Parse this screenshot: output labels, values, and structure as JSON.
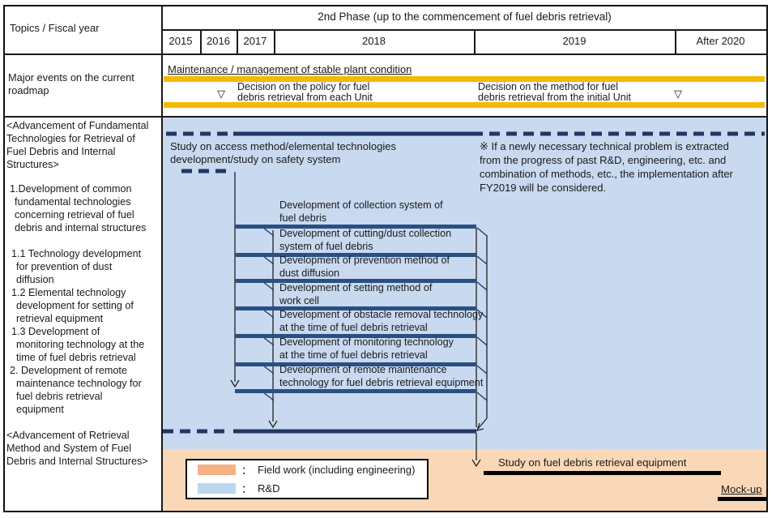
{
  "colors": {
    "rnd_blue": "#C8D9F0",
    "field_peach": "#FAD8B7",
    "legend_orange": "#F4B183",
    "legend_blue": "#BDD7EE",
    "bar_navy": "#2A5083",
    "line_navy": "#1F3864",
    "yellow": "#F5B800"
  },
  "header": {
    "topics_label": "Topics / Fiscal year",
    "phase_title": "2nd Phase (up to the commencement of fuel debris retrieval)",
    "years": [
      "2015",
      "2016",
      "2017",
      "2018",
      "2019",
      "After 2020"
    ]
  },
  "major_events": {
    "row_label": "Major events on the current roadmap",
    "maintenance_label": "Maintenance / management of stable plant condition",
    "decision_policy_marker": "▽",
    "decision_policy": "Decision on the policy for fuel\ndebris retrieval  from each Unit",
    "decision_method": "Decision on the method for fuel\ndebris retrieval  from the initial Unit",
    "decision_method_marker": "▽"
  },
  "left_column": {
    "paragraphs": [
      "<Advancement of Fundamental\nTechnologies for Retrieval of\nFuel Debris and Internal\nStructures>",
      "1.Development of common\nfundamental technologies\nconcerning retrieval of fuel\ndebris and internal structures",
      "1.1 Technology development\nfor prevention of dust\ndiffusion",
      "1.2 Elemental technology\ndevelopment for setting of\nretrieval equipment",
      "1.3 Development of\nmonitoring technology at the\ntime of fuel debris retrieval",
      "2. Development of remote\nmaintenance technology for\nfuel debris retrieval\nequipment",
      "<Advancement of Retrieval\nMethod and System of Fuel\nDebris and Internal Structures>"
    ]
  },
  "chart": {
    "study_access": "Study on access method/elemental technologies\ndevelopment/study on safety system",
    "note": "※ If a newly necessary technical problem is extracted\nfrom the progress of past R&D, engineering, etc. and\ncombination of methods, etc., the implementation after\nFY2019 will be considered.",
    "boxes": [
      "Development of collection system of\nfuel debris",
      "Development of cutting/dust collection\nsystem of fuel debris",
      "Development of prevention method of\ndust diffusion",
      "Development of setting method of\nwork cell",
      "Development of obstacle removal technology\nat the time of fuel debris retrieval",
      "Development of monitoring technology\nat the time of fuel debris retrieval",
      "Development of remote maintenance\ntechnology for fuel debris retrieval  equipment"
    ],
    "study_equipment": "Study on fuel debris retrieval equipment",
    "mockup_label": "Mock-up"
  },
  "legend": {
    "separator": "：",
    "items": [
      {
        "label": "Field work (including engineering)"
      },
      {
        "label": "R&D"
      }
    ]
  }
}
